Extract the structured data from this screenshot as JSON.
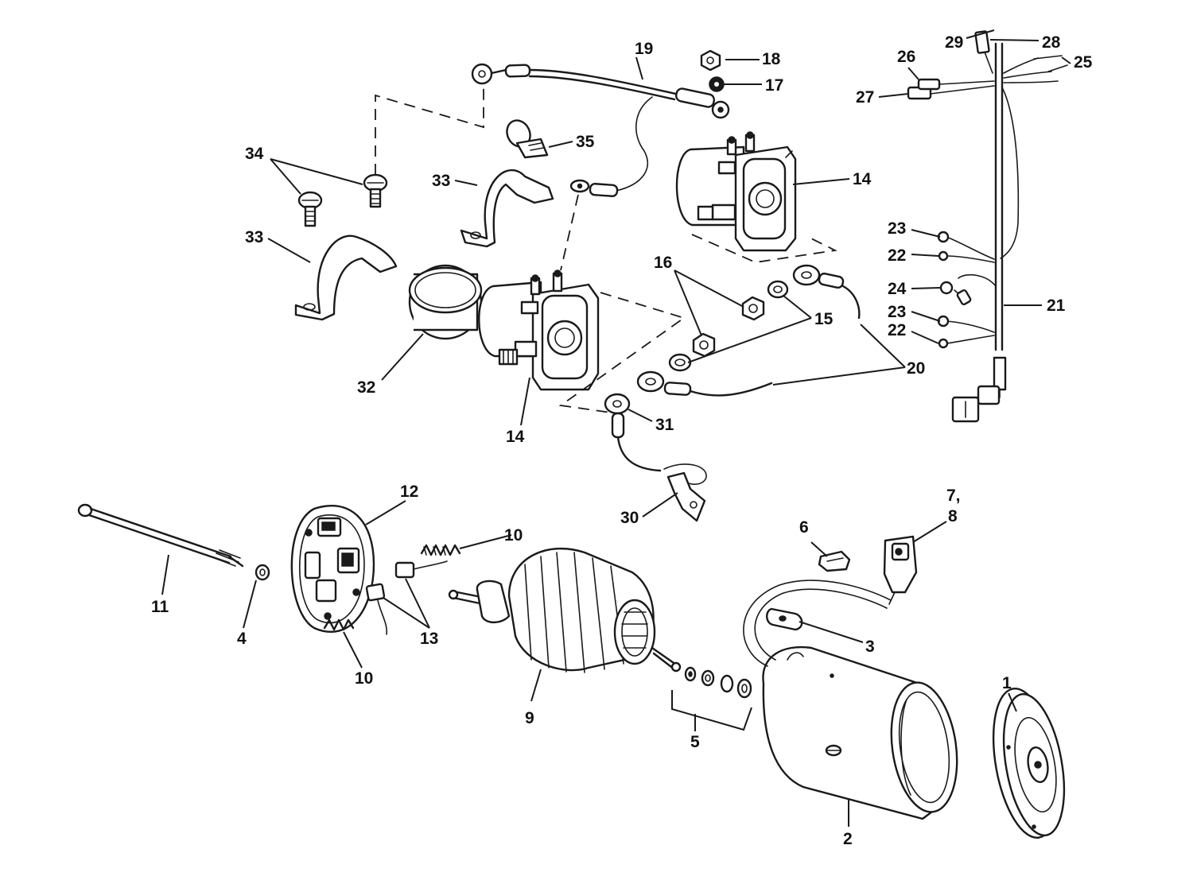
{
  "callouts": {
    "c1": "1",
    "c2": "2",
    "c3": "3",
    "c4": "4",
    "c5": "5",
    "c6": "6",
    "c7_8_line1": "7,",
    "c7_8_line2": "8",
    "c9": "9",
    "c10_top": "10",
    "c10_bottom": "10",
    "c11": "11",
    "c12": "12",
    "c13": "13",
    "c14_top": "14",
    "c14_bottom": "14",
    "c15": "15",
    "c16": "16",
    "c17": "17",
    "c18": "18",
    "c19": "19",
    "c20": "20",
    "c21": "21",
    "c22_top": "22",
    "c22_bottom": "22",
    "c23_top": "23",
    "c23_bottom": "23",
    "c24": "24",
    "c25": "25",
    "c26": "26",
    "c27": "27",
    "c28": "28",
    "c29": "29",
    "c30": "30",
    "c31": "31",
    "c32": "32",
    "c33_top": "33",
    "c33_left": "33",
    "c34": "34",
    "c35": "35"
  }
}
